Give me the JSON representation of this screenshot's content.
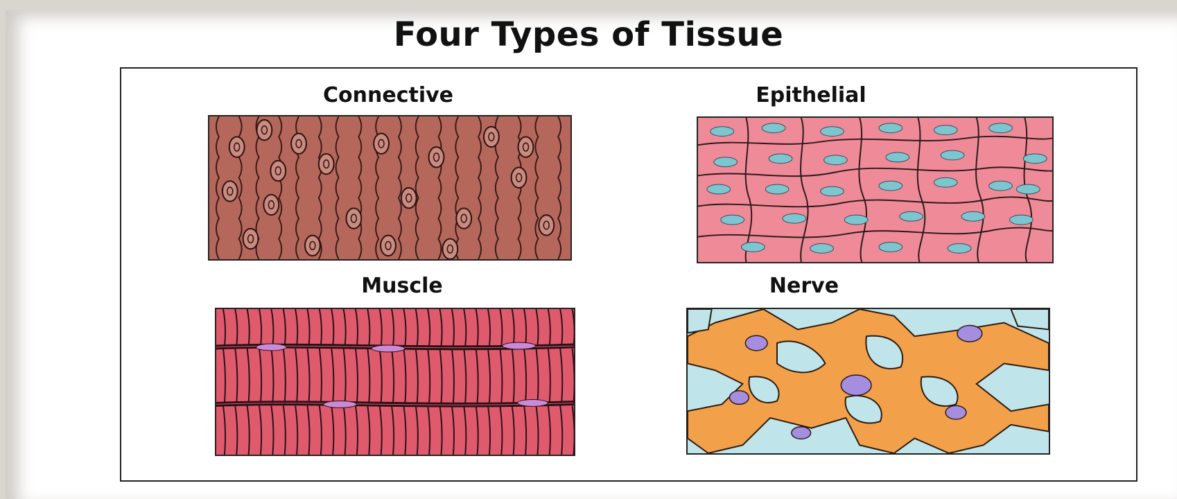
{
  "title": "Four Types of Tissue",
  "tissues": [
    {
      "label": "Connective",
      "illustration": "connective-tissue-illustration",
      "color": "#b5675c"
    },
    {
      "label": "Epithelial",
      "illustration": "epithelial-tissue-illustration",
      "color": "#ef8a98"
    },
    {
      "label": "Muscle",
      "illustration": "muscle-tissue-illustration",
      "color": "#e05a6e"
    },
    {
      "label": "Nerve",
      "illustration": "nerve-tissue-illustration",
      "color": "#f2a04a"
    }
  ]
}
